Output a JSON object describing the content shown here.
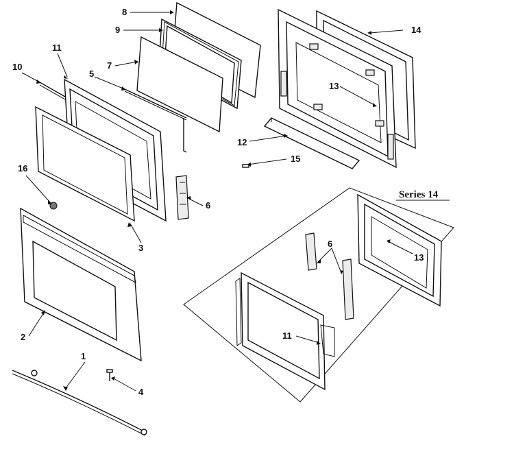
{
  "title": "Oven door exploded parts diagram",
  "series_label": "Series 14",
  "callouts": {
    "c1": "1",
    "c2": "2",
    "c3": "3",
    "c4": "4",
    "c5": "5",
    "c6a": "6",
    "c6b": "6",
    "c7": "7",
    "c8": "8",
    "c9": "9",
    "c10": "10",
    "c11a": "11",
    "c11b": "11",
    "c12": "12",
    "c13a": "13",
    "c13b": "13",
    "c14": "14",
    "c15": "15",
    "c16": "16"
  },
  "colors": {
    "ink": "#111111",
    "paper": "#ffffff"
  }
}
